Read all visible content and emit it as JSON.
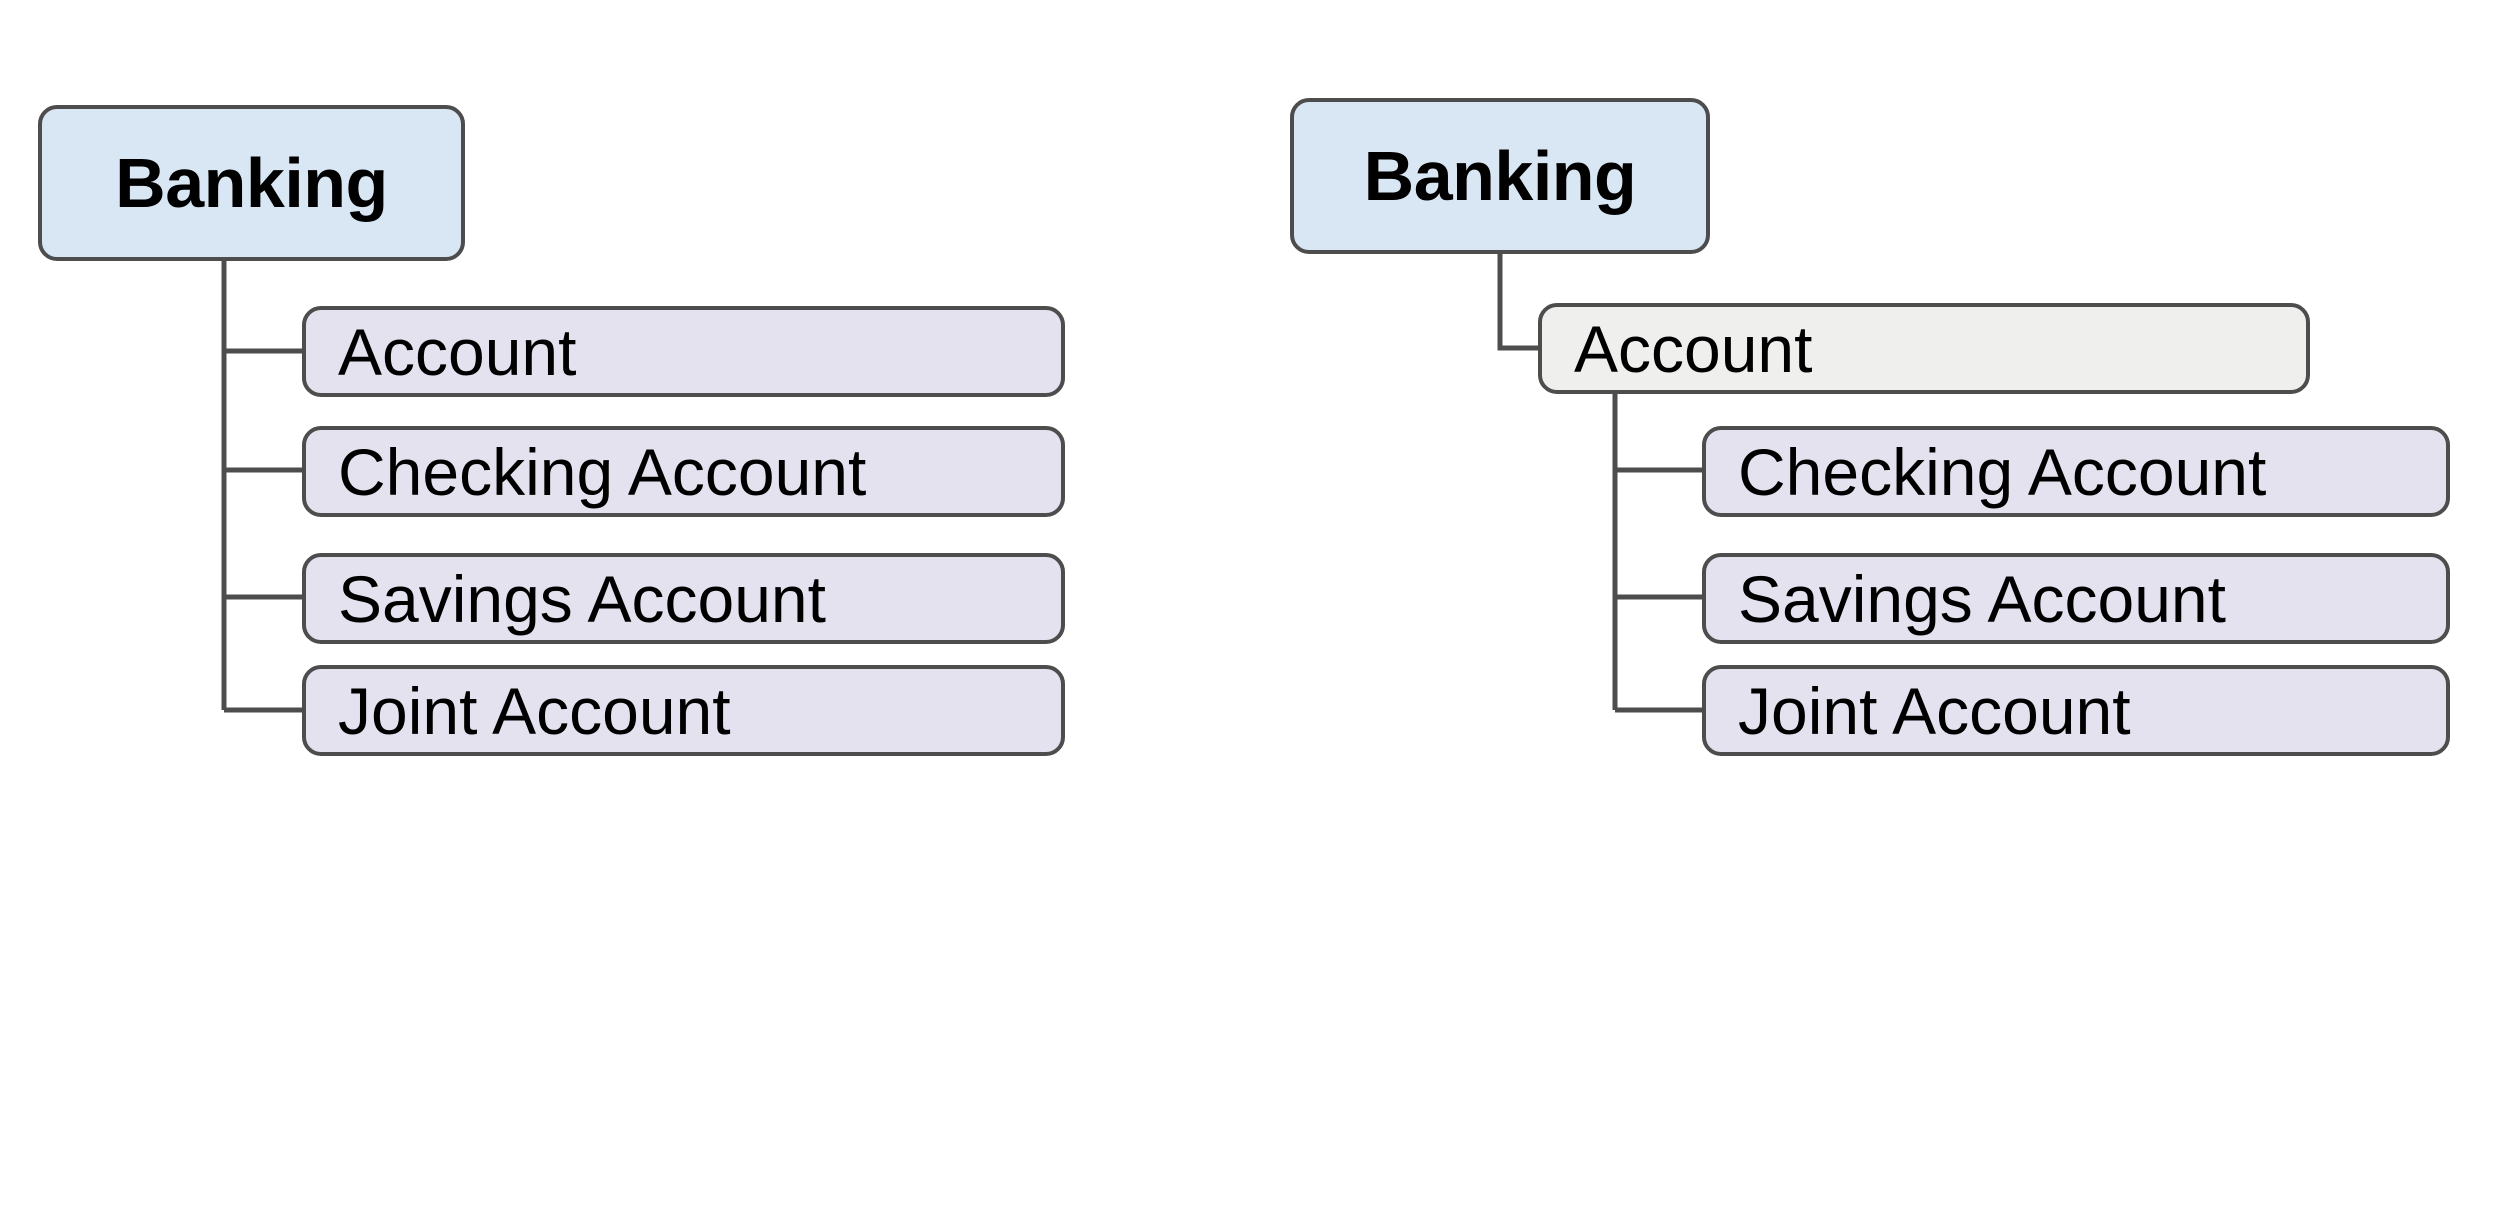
{
  "diagram": {
    "type": "tree-hierarchy-comparison",
    "background_color": "#ffffff",
    "stroke_color": "#4d4d4d",
    "stroke_width": 4,
    "corner_radius": 19,
    "colors": {
      "root_fill": "#d8e7f3",
      "leaf_fill": "#e5e2ef",
      "intermediate_fill": "#efefee",
      "border": "#4d4d4d",
      "text": "#000000"
    },
    "trees": [
      {
        "id": "flat-tree",
        "root": {
          "label": "Banking",
          "fill": "#d8e7f3",
          "bold": true
        },
        "children": [
          {
            "label": "Account",
            "fill": "#e5e2ef"
          },
          {
            "label": "Checking Account",
            "fill": "#e5e2ef"
          },
          {
            "label": "Savings Account",
            "fill": "#e5e2ef"
          },
          {
            "label": "Joint Account",
            "fill": "#e5e2ef"
          }
        ]
      },
      {
        "id": "nested-tree",
        "root": {
          "label": "Banking",
          "fill": "#d8e7f3",
          "bold": true
        },
        "children": [
          {
            "label": "Account",
            "fill": "#efefee",
            "children": [
              {
                "label": "Checking Account",
                "fill": "#e5e2ef"
              },
              {
                "label": "Savings Account",
                "fill": "#e5e2ef"
              },
              {
                "label": "Joint Account",
                "fill": "#e5e2ef"
              }
            ]
          }
        ]
      }
    ]
  }
}
